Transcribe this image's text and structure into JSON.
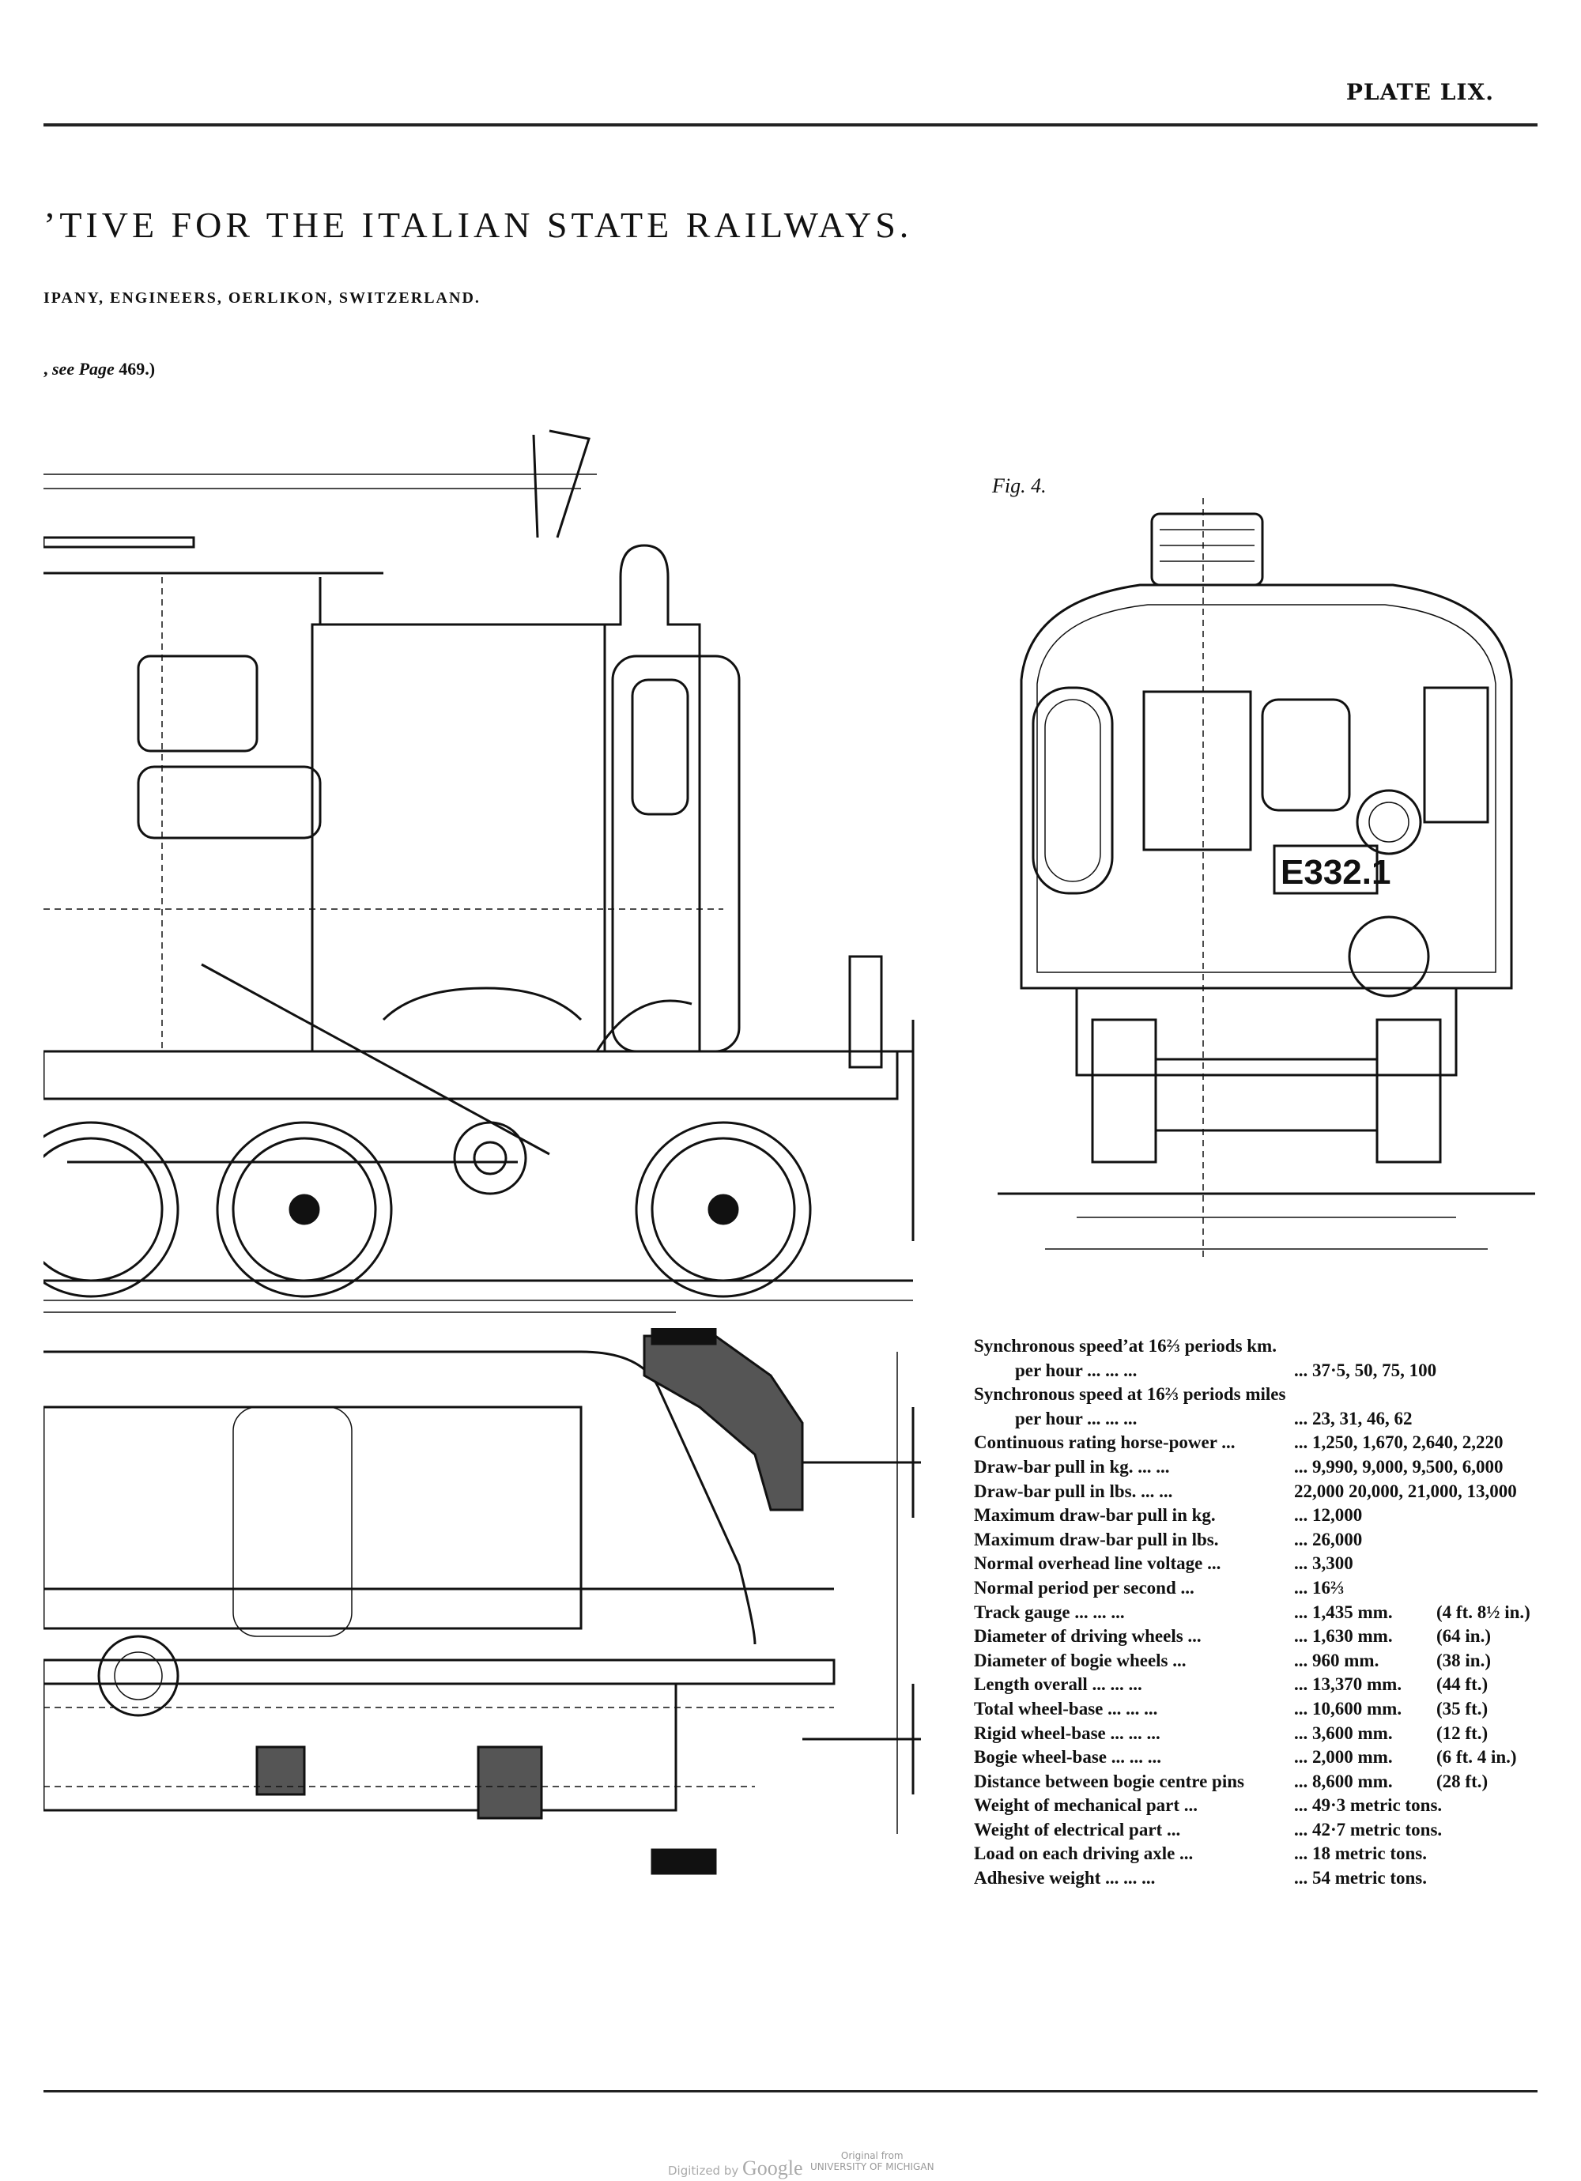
{
  "header": {
    "plate": "PLATE LIX.",
    "title": "’TIVE FOR THE ITALIAN STATE RAILWAYS.",
    "subtitle": "IPANY, ENGINEERS, OERLIKON, SWITZERLAND.",
    "see_prefix": ", ",
    "see_page": "see Page",
    "see_number": "469.)"
  },
  "figures": {
    "fig4_label": "Fig. 4.",
    "loco_number": "E332.1"
  },
  "specs": [
    {
      "label": "Synchronous speed’at 16⅔ periods km.",
      "indent": false,
      "value": "",
      "alt": ""
    },
    {
      "label": "per hour   ...   ...   ...",
      "indent": true,
      "value": "... 37·5, 50, 75, 100",
      "alt": ""
    },
    {
      "label": "Synchronous speed at 16⅔ periods miles",
      "indent": false,
      "value": "",
      "alt": ""
    },
    {
      "label": "per hour   ...   ...   ...",
      "indent": true,
      "value": "... 23, 31, 46, 62",
      "alt": ""
    },
    {
      "label": "Continuous rating horse-power ...",
      "indent": false,
      "value": "... 1,250, 1,670, 2,640, 2,220",
      "alt": ""
    },
    {
      "label": "Draw-bar pull in kg.   ...   ...",
      "indent": false,
      "value": "... 9,990, 9,000, 9,500, 6,000",
      "alt": ""
    },
    {
      "label": "Draw-bar pull in lbs.   ...   ...",
      "indent": false,
      "value": "22,000 20,000, 21,000, 13,000",
      "alt": ""
    },
    {
      "label": "Maximum draw-bar pull in kg.",
      "indent": false,
      "value": "... 12,000",
      "alt": ""
    },
    {
      "label": "Maximum draw-bar pull in lbs.",
      "indent": false,
      "value": "... 26,000",
      "alt": ""
    },
    {
      "label": "Normal overhead line voltage ...",
      "indent": false,
      "value": "... 3,300",
      "alt": ""
    },
    {
      "label": "Normal period per second   ...",
      "indent": false,
      "value": "... 16⅔",
      "alt": ""
    },
    {
      "label": "Track gauge   ...   ...   ...",
      "indent": false,
      "value": "... 1,435 mm.",
      "alt": "(4 ft. 8½ in.)"
    },
    {
      "label": "Diameter of driving wheels   ...",
      "indent": false,
      "value": "... 1,630 mm.",
      "alt": "(64 in.)"
    },
    {
      "label": "Diameter of bogie wheels   ...",
      "indent": false,
      "value": "... 960 mm.",
      "alt": "(38 in.)"
    },
    {
      "label": "Length overall   ...   ...   ...",
      "indent": false,
      "value": "... 13,370 mm.",
      "alt": "(44 ft.)"
    },
    {
      "label": "Total wheel-base ...   ...   ...",
      "indent": false,
      "value": "... 10,600 mm.",
      "alt": "(35 ft.)"
    },
    {
      "label": "Rigid wheel-base ...   ...   ...",
      "indent": false,
      "value": "... 3,600 mm.",
      "alt": "(12 ft.)"
    },
    {
      "label": "Bogie wheel-base ...   ...   ...",
      "indent": false,
      "value": "... 2,000 mm.",
      "alt": "(6 ft. 4 in.)"
    },
    {
      "label": "Distance between bogie centre pins",
      "indent": false,
      "value": "... 8,600 mm.",
      "alt": "(28 ft.)"
    },
    {
      "label": "Weight of mechanical part   ...",
      "indent": false,
      "value": "... 49·3 metric tons.",
      "alt": ""
    },
    {
      "label": "Weight of electrical part   ...",
      "indent": false,
      "value": "... 42·7 metric tons.",
      "alt": ""
    },
    {
      "label": "Load on each driving axle   ...",
      "indent": false,
      "value": "... 18 metric tons.",
      "alt": ""
    },
    {
      "label": "Adhesive weight ...   ...   ...",
      "indent": false,
      "value": "... 54 metric tons.",
      "alt": ""
    }
  ],
  "footer": {
    "digitized": "Digitized by",
    "google": "Google",
    "original_from": "Original from",
    "university": "UNIVERSITY OF MICHIGAN"
  }
}
